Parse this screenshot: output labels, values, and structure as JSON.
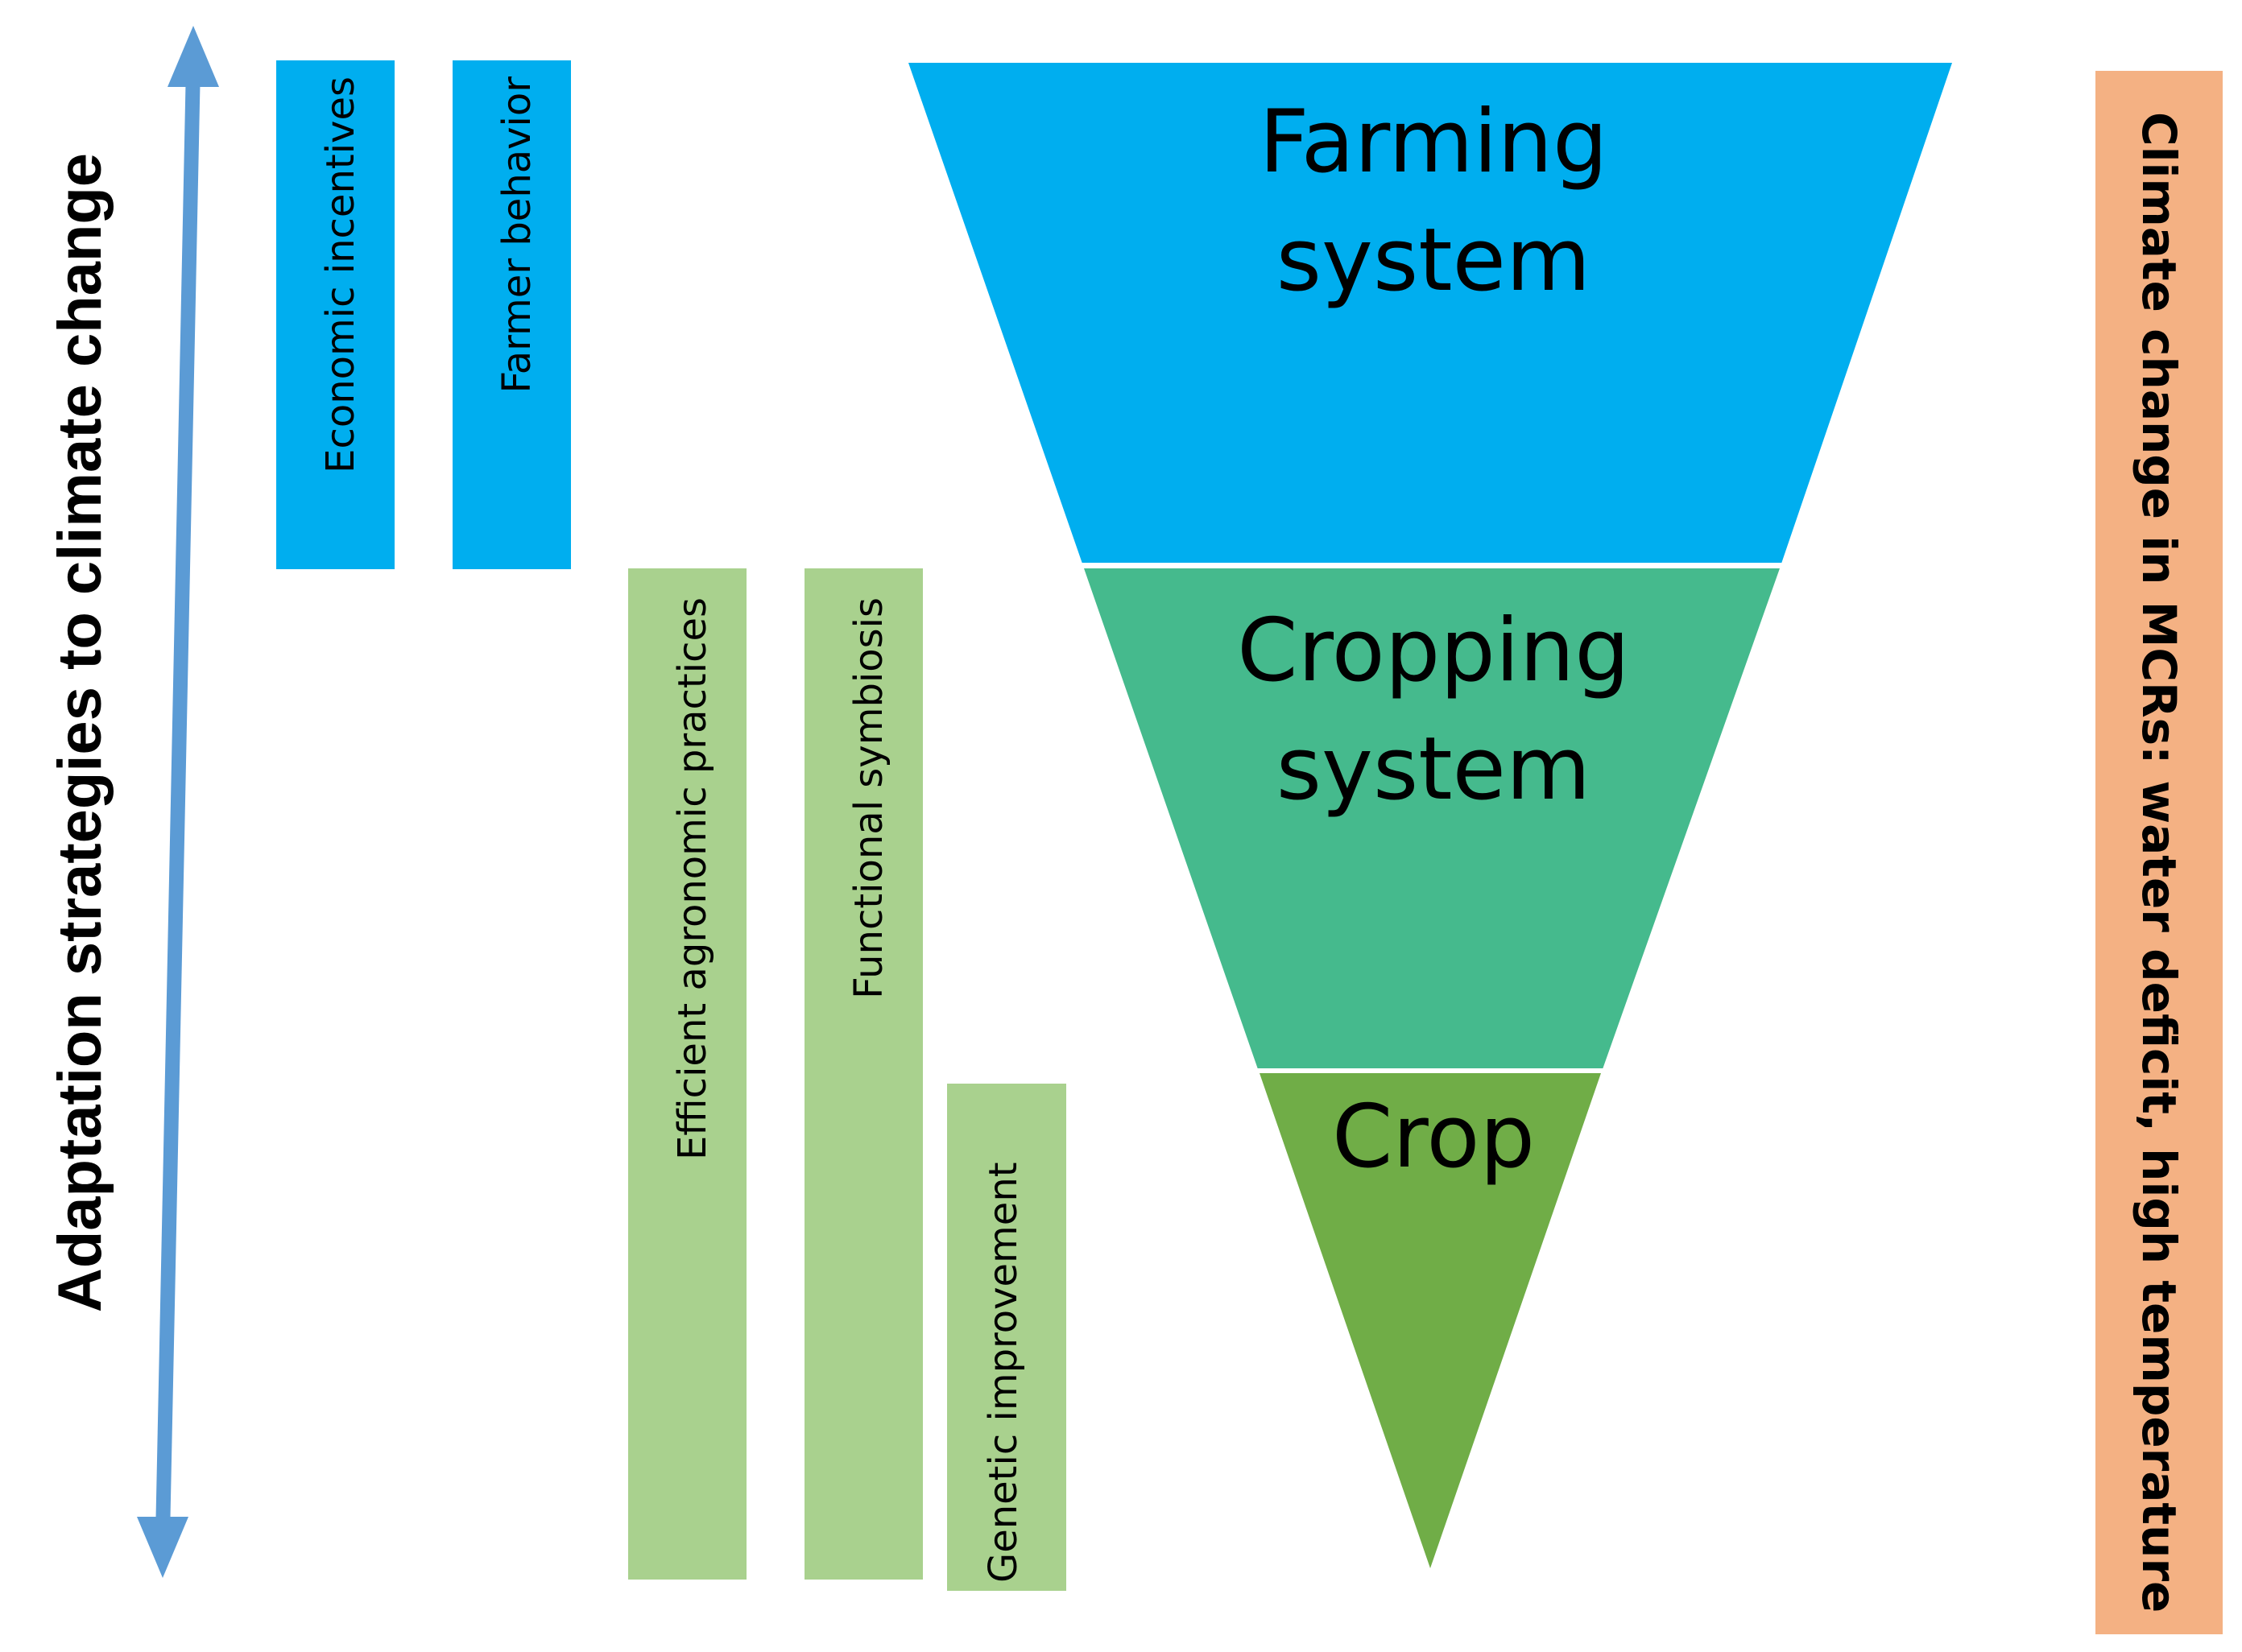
{
  "left_axis": {
    "label": "Adaptation strategies to climate change",
    "arrow_color": "#5B9BD5"
  },
  "socio_economic_bars": [
    {
      "label": "Economic incentives",
      "color": "#00AEEF"
    },
    {
      "label": "Farmer behavior",
      "color": "#00AEEF"
    }
  ],
  "agronomic_bars": [
    {
      "label": "Efficient agronomic practices",
      "color": "#A9D18E"
    },
    {
      "label": "Functional symbiosis",
      "color": "#A9D18E"
    },
    {
      "label": "Genetic improvement",
      "color": "#A9D18E"
    }
  ],
  "funnel": {
    "levels": [
      {
        "line1": "Farming",
        "line2": "system",
        "color": "#00AEEF"
      },
      {
        "line1": "Cropping",
        "line2": "system",
        "color": "#45BA8D"
      },
      {
        "line1": "Crop",
        "line2": "",
        "color": "#70AD47"
      }
    ]
  },
  "right_box": {
    "label": "Climate change in MCRs: water deficit, high temperature",
    "color": "#F4B183"
  }
}
